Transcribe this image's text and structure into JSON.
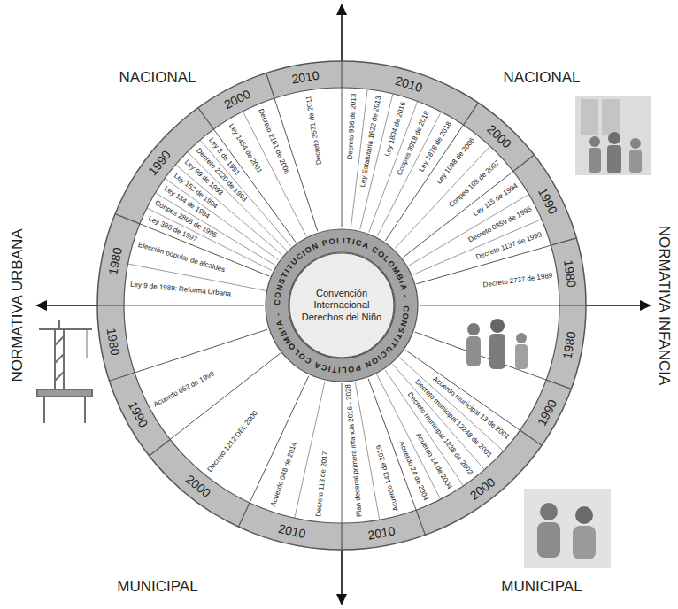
{
  "diagram": {
    "nodes": [
      {
        "text": [
          "CONSTITUCION POLITICA COLOMBIA -",
          "CONSTITUCION POLITICA COLOMBIA -"
        ]
      },
      {
        "text": [
          "Convención Internacional Derechos del Niño"
        ],
        "in": 0
      }
    ],
    "labels": [
      "NACIONAL",
      "NACIONAL",
      "NORMATIVA URBANA",
      "NORMATIVA INFANCIA",
      "MUNICIPAL",
      "MUNICIPAL",
      "2010",
      "Decreto 3571 de 2011",
      "2000",
      "Decreto 2181 de 2006",
      "Ley 1454 de 2001",
      "1990",
      "Ley 3 de 1991",
      "Decreto 2220 de 1993",
      "Ley 99 de 1993",
      "Ley 152 de 1994",
      "Ley 134 de 1994",
      "Conpes 2808 de 1995",
      "Ley 388 de 1997",
      "1980",
      "Elección popular de alcaldes",
      "Ley 9 de 1989: Reforma Urbana",
      "2010",
      "Decreto 936 de 2013",
      "Ley Estatutaria 1622 de 2013",
      "Ley 1804 de 2016",
      "Conpes 3918 de 2018",
      "Ley 1878 de 2018",
      "2000",
      "Ley 1098 de 2006",
      "Conpes 109 de 2007",
      "1990",
      "Ley 115 de 1994",
      "Decreto 0859 de 1995",
      "Decreto 1137 de 1999",
      "1980",
      "Decreto 2737 de 1989",
      "1980",
      "1990",
      "2000",
      "Acuerdo municipal 13 de 2001",
      "Decreto municipal 12248 de 2001",
      "Decreto municipal 1238 de 2002",
      "Acuerdo 14 de 2004",
      "Acuerdo 24 de 2004",
      "2010",
      "Acuerdo 143 de 2019",
      "Plan decenal primera infancia 2016 - 2028",
      "2010",
      "Decreto 113 de 2017",
      "Acuerdo 048 de 2014",
      "2000",
      "Decreto 1212 DEL 2000",
      "1990",
      "Acuerdo 062 de 1999",
      "1980"
    ]
  }
}
